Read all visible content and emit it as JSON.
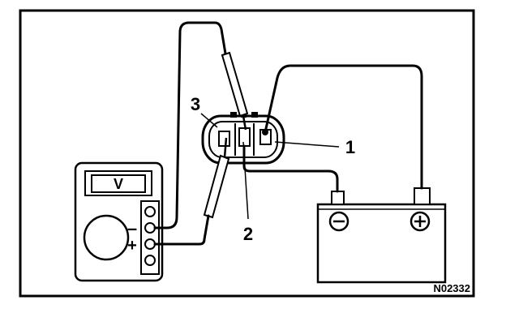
{
  "figure": {
    "code": "N02332",
    "border_color": "#000000",
    "background": "#ffffff"
  },
  "meter": {
    "display_label": "V",
    "negative_terminal": "–",
    "positive_terminal": "+"
  },
  "battery": {
    "negative_symbol": "⊖",
    "positive_symbol": "⊕"
  },
  "callouts": {
    "terminal_1": "1",
    "terminal_2": "2",
    "terminal_3": "3"
  }
}
